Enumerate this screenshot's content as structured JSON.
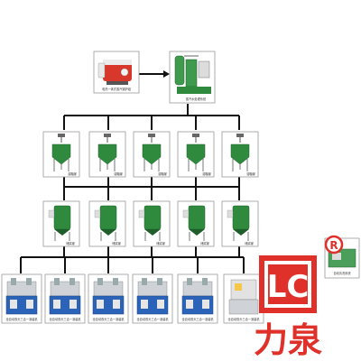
{
  "diagram": {
    "colors": {
      "line": "#111111",
      "tank_green": "#2f8a3e",
      "tank_dark": "#1f5e2a",
      "frame": "#9a9a9a",
      "boiler_red": "#d8382b",
      "brand_red": "#e0302a",
      "machine_blue": "#2a63b8"
    },
    "top": {
      "boiler": {
        "label": "电热一体式蒸汽锅炉组"
      },
      "filter": {
        "label": "蒸汽水处理系统"
      }
    },
    "dissolving_row": [
      {
        "label": "溶糖罐"
      },
      {
        "label": "溶糖罐"
      },
      {
        "label": "溶糖罐"
      },
      {
        "label": "溶糖罐"
      },
      {
        "label": "溶糖罐"
      }
    ],
    "storage_row": [
      {
        "label": "储浆罐"
      },
      {
        "label": "储浆罐"
      },
      {
        "label": "储浆罐"
      },
      {
        "label": "储浆罐"
      },
      {
        "label": "储浆罐"
      }
    ],
    "machine_row": [
      {
        "label": "全自动双头三合一灌装机"
      },
      {
        "label": "全自动双头三合一灌装机"
      },
      {
        "label": "全自动双头三合一灌装机"
      },
      {
        "label": "全自动双头三合一灌装机"
      },
      {
        "label": "全自动双头三合一灌装机"
      },
      {
        "label": "全自动双头三合一灌装机"
      }
    ],
    "side_unit": {
      "label": "自动清洗系统"
    },
    "brand": {
      "name": "力泉",
      "logo_letters": "LC",
      "registered_mark": "R"
    }
  }
}
